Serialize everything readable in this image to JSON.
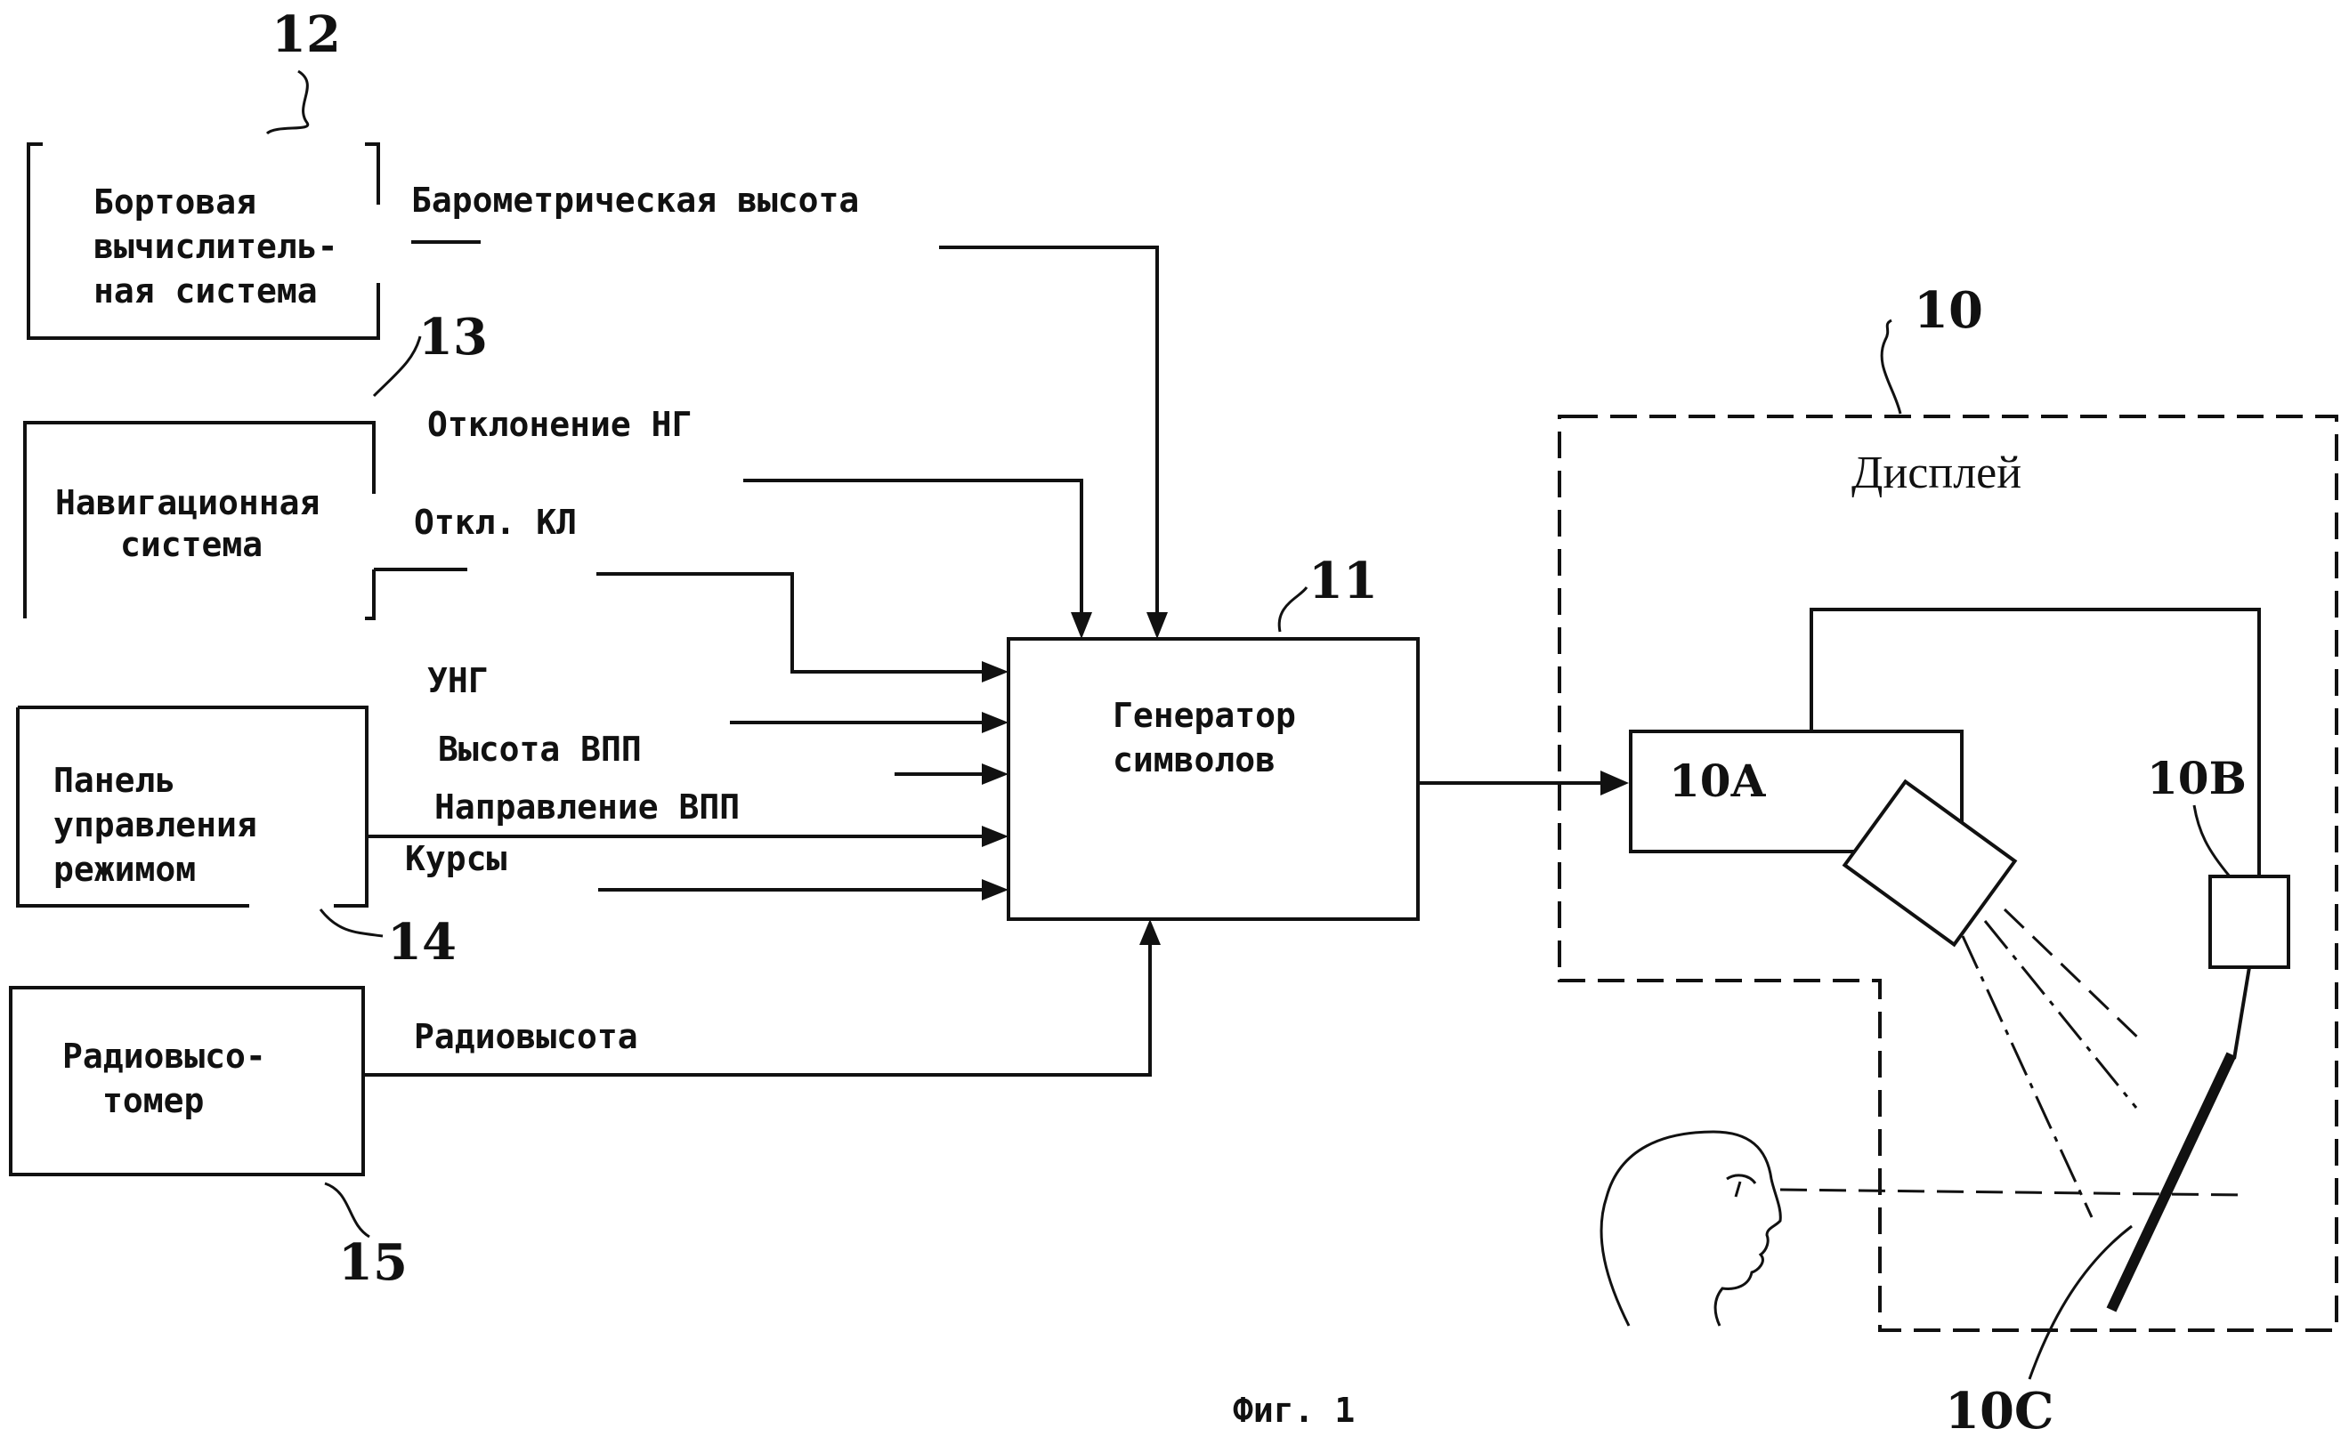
{
  "blocks": {
    "bvs": {
      "num": "12",
      "lines": [
        "Бортовая",
        "вычислитель-",
        "ная система"
      ]
    },
    "nav": {
      "num": "13",
      "lines": [
        "Навигационная",
        "система"
      ]
    },
    "panel": {
      "num": "14",
      "lines": [
        "Панель",
        "управления",
        "режимом"
      ]
    },
    "radio": {
      "num": "15",
      "lines": [
        "Радиовысо-",
        "томер"
      ]
    },
    "gen": {
      "num": "11",
      "lines": [
        "Генератор",
        "символов"
      ]
    }
  },
  "signals": {
    "baro": "Барометрическая высота",
    "ng": "Отклонение НГ",
    "kl": "Откл. КЛ",
    "ung": "УНГ",
    "vpp_height": "Высота ВПП",
    "vpp_dir": "Направление ВПП",
    "courses": "Курсы",
    "radio_alt": "Радиовысота"
  },
  "display": {
    "num": "10",
    "title": "Дисплей",
    "unit_a": "10A",
    "unit_b": "10B",
    "unit_c": "10C"
  },
  "caption": "Фиг. 1"
}
